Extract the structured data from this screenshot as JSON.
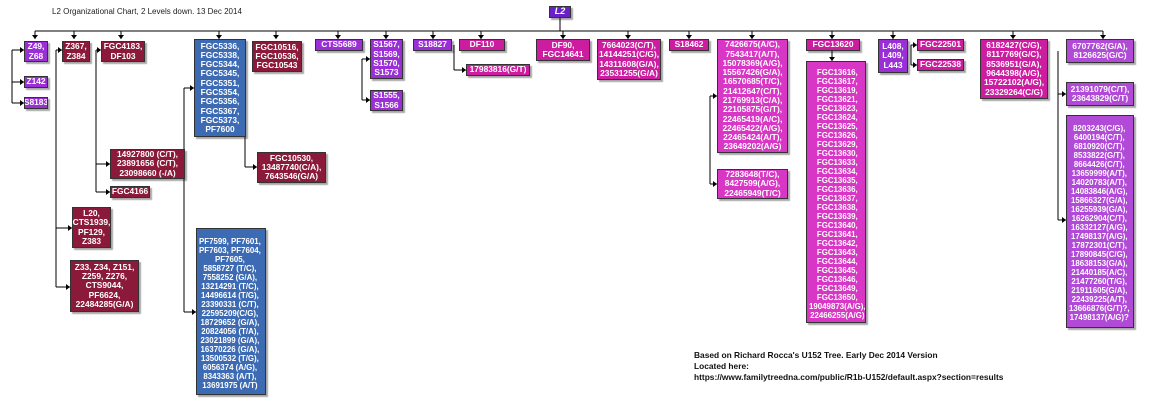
{
  "title": "L2 Organizational Chart, 2 Levels down.  13 Dec 2014",
  "root": "L2",
  "colors": {
    "dark_red": "#8b1a3a",
    "magenta": "#cc1da0",
    "violet": "#9b2fd6",
    "blue": "#3d6bb3",
    "pink_light": "#e06fd0",
    "purple_mid": "#8a3ab0",
    "line": "#000000"
  },
  "nodes": {
    "root": "L2",
    "z49": "Z49,\nZ68",
    "z142": "Z142",
    "s8183": "S8183",
    "z367": "Z367,\nZ384",
    "fgc4183": "FGC4183,\nDF103",
    "s14927800": "14927800 (C/T),\n23891656 (C/T),\n23098660 (-/A)",
    "fgc4166": "FGC4166",
    "l20": "L20,\nCTS1939,\nPF129,\nZ383",
    "z33": "Z33, Z34, Z151,\nZ259, Z276,\nCTS9044,\nPF6624,\n22484285(G/A)",
    "fgc5336": "FGC5336,\nFGC5338,\nFGC5344,\nFGC5345,\nFGC5351,\nFGC5354,\nFGC5356,\nFGC5367,\nFGC5373,\nPF7600",
    "pf7599": "PF7599, PF7601,\nPF7603, PF7604,\nPF7605,\n5858727 (T/C),\n7558252 (G/A),\n13214291 (T/C),\n14496614 (T/G),\n23390331 (C/T),\n22595209(C/G),\n18729652 (G/A),\n20824056 (T/A),\n23021899 (G/A),\n16370226 (G/A),\n13500532 (T/G),\n6056374 (A/G),\n8343363 (A/T),\n13691975 (A/T)",
    "fgc10516": "FGC10516,\nFGC10536,\nFGC10543",
    "fgc10530": "FGC10530,\n13487740(C/A),\n7643546(G/A)",
    "cts5689": "CTS5689",
    "s1567": "S1567,\nS1569,\nS1570,\nS1573",
    "s1555": "S1555,\nS1566",
    "s18827": "S18827",
    "df110": "DF110",
    "s17983816": "17983816(G/T)",
    "df90": "DF90,\nFGC14641",
    "s7664023": "7664023(C/T),\n14144251(C/G),\n14311608(G/A),\n23531255(G/A)",
    "s18462": "S18462",
    "s7426675": "7426675(A/C),\n7543417(A/T),\n15078369(A/G),\n15567426(G/A),\n16570685(T/C),\n21412647(C/T),\n21769913(C/A),\n22105875(G/T),\n22465419(A/C),\n22465422(A/G),\n22465424(A/T),\n23649202(A/G)",
    "s7283648": "7283648(T/C),\n8427599(A/G),\n22465949(T/C)",
    "fgc13620": "FGC13620",
    "fgc13616": "FGC13616,\nFGC13617,\nFGC13619,\nFGC13621,\nFGC13623,\nFGC13624,\nFGC13625,\nFGC13626,\nFGC13629,\nFGC13630,\nFGC13633,\nFGC13634,\nFGC13635,\nFGC13636,\nFGC13637,\nFGC13638,\nFGC13639,\nFGC13640,\nFGC13641,\nFGC13642,\nFGC13643,\nFGC13644,\nFGC13645,\nFGC13646,\nFGC13649,\nFGC13650,\n19049873(A/G),\n22466255(A/G)",
    "l408": "L408,\nL409,\nL443",
    "fgc22501": "FGC22501",
    "fgc22538": "FGC22538",
    "s6182427": "6182427(C/G),\n8117769(G/C),\n8536951(G/A),\n9644398(A/G),\n15722102(A/G),\n23329264(C/G)",
    "s6707762": "6707762(G/A),\n8126625(G/C)",
    "s21391079": "21391079(C/T),\n23643829(C/T)",
    "s8203243": "8203243(C/G),\n6400194(C/T),\n6810920(C/T),\n8533822(G/T),\n8664426(C/T),\n13659999(A/T),\n14020783(A/T),\n14083846(A/G),\n15866327(G/A),\n16255939(G/A),\n16262904(C/T),\n16332127(A/G),\n17498137(A/G),\n17872301(C/T),\n17890845(C/G),\n18638153(G/A),\n21440185(A/C),\n21477260(T/G),\n21911605(G/A),\n22439225(A/T),\n13666876(G/T)?,\n17498137(A/G)?"
  },
  "note": {
    "line1": "Based on Richard Rocca's U152 Tree.  Early Dec 2014 Version",
    "line2": "Located here:",
    "line3": "https://www.familytreedna.com/public/R1b-U152/default.aspx?section=results"
  }
}
